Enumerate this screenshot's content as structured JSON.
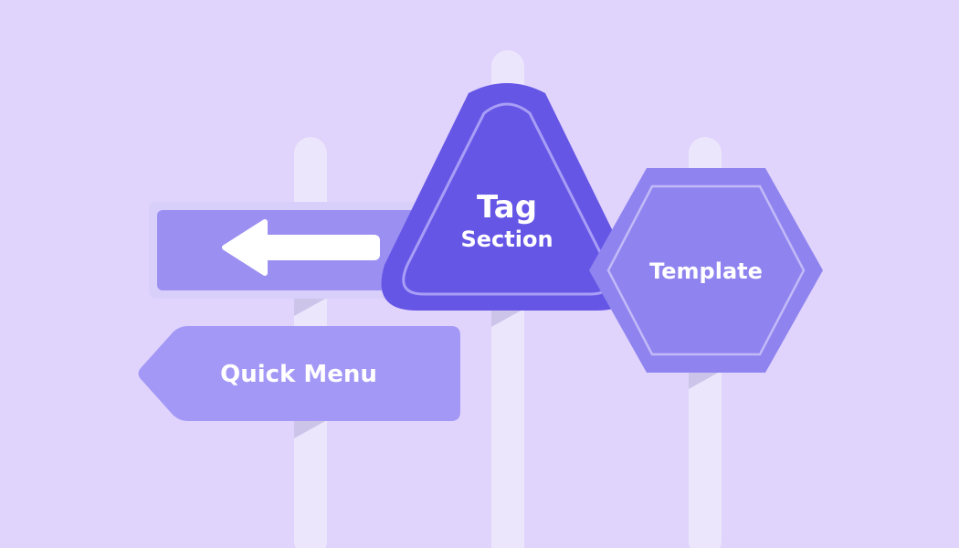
{
  "colors": {
    "background": "#e1d4fc",
    "pole": "#ece6fd",
    "pole_shadow": "#cfc6e8",
    "sign_light": "#a398f6",
    "sign_mid": "#8f84ef",
    "sign_dark": "#6656e6",
    "sign_border": "#c9c0fa",
    "text": "#ffffff"
  },
  "signs": {
    "arrow_sign": {
      "icon": "arrow-left-icon"
    },
    "quick_menu": {
      "label": "Quick Menu"
    },
    "tag_section": {
      "title": "Tag",
      "subtitle": "Section"
    },
    "template": {
      "label": "Template"
    }
  }
}
